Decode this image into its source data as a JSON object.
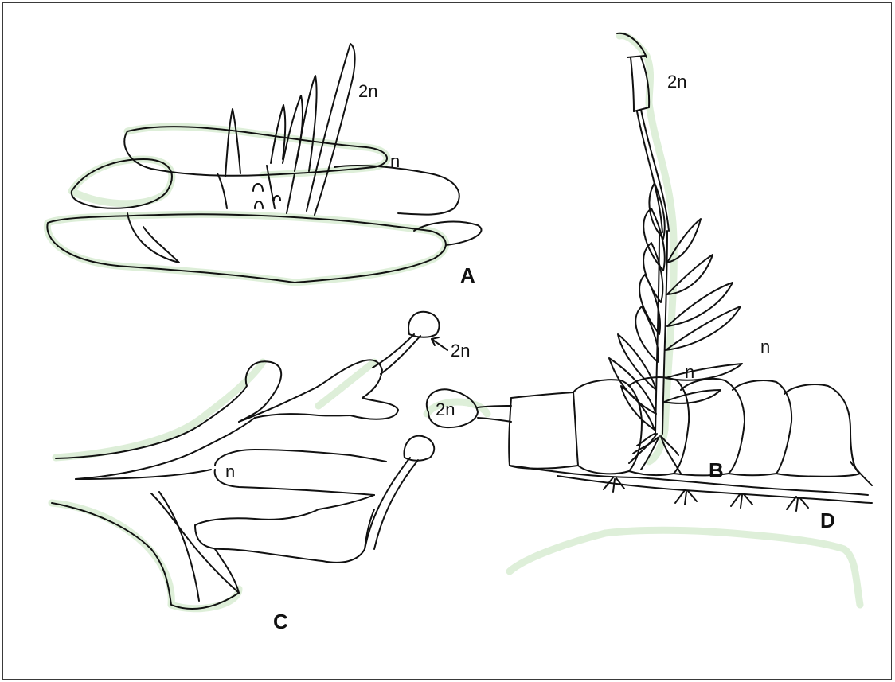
{
  "panels": {
    "A": {
      "letter": "A",
      "sporophyte_label": "2n",
      "gametophyte_label": "n"
    },
    "B": {
      "letter": "B",
      "sporophyte_label": "2n",
      "gametophyte_label": "n"
    },
    "C": {
      "letter": "C",
      "sporophyte_label": "2n",
      "gametophyte_label": "n"
    },
    "D": {
      "letter": "D",
      "sporophyte_label": "2n",
      "gametophyte_label": "n"
    }
  },
  "colors": {
    "ink": "#111111",
    "glow": "#d8ecd2",
    "background": "#ffffff"
  }
}
